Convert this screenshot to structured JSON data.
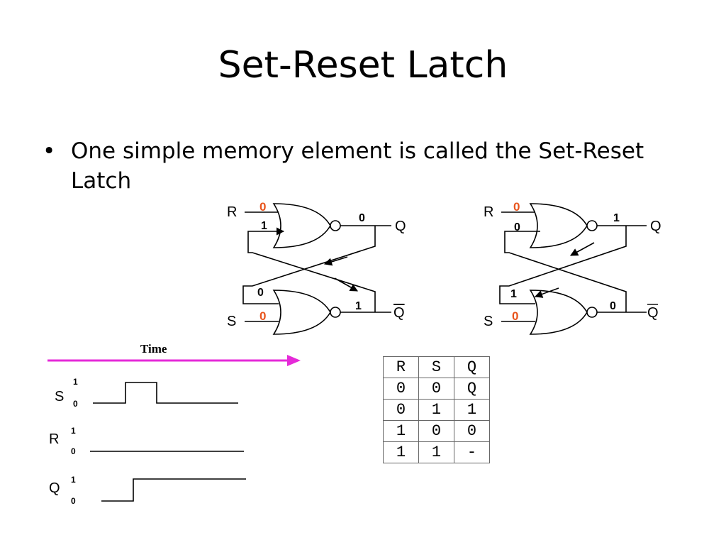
{
  "slide": {
    "title": "Set-Reset Latch",
    "bullet": "One simple memory element is called the Set-Reset Latch"
  },
  "latch_left": {
    "input_r": "R",
    "input_s": "S",
    "output_q": "Q",
    "output_qbar": "Q",
    "r_value": "0",
    "s_value": "0",
    "feedback_top": "1",
    "feedback_bottom": "0",
    "q_value": "0",
    "qbar_value": "1"
  },
  "latch_right": {
    "input_r": "R",
    "input_s": "S",
    "output_q": "Q",
    "output_qbar": "Q",
    "r_value": "0",
    "s_value": "0",
    "feedback_top": "0",
    "feedback_bottom": "1",
    "q_value": "1",
    "qbar_value": "0"
  },
  "timing": {
    "time_label": "Time",
    "signals": [
      {
        "name": "S",
        "high": "1",
        "low": "0"
      },
      {
        "name": "R",
        "high": "1",
        "low": "0"
      },
      {
        "name": "Q",
        "high": "1",
        "low": "0"
      }
    ]
  },
  "truth_table": {
    "headers": [
      "R",
      "S",
      "Q"
    ],
    "rows": [
      [
        "0",
        "0",
        "Q"
      ],
      [
        "0",
        "1",
        "1"
      ],
      [
        "1",
        "0",
        "0"
      ],
      [
        "1",
        "1",
        "-"
      ]
    ]
  },
  "colors": {
    "input_value": "#e8541c",
    "time_arrow": "#e52ad8"
  }
}
